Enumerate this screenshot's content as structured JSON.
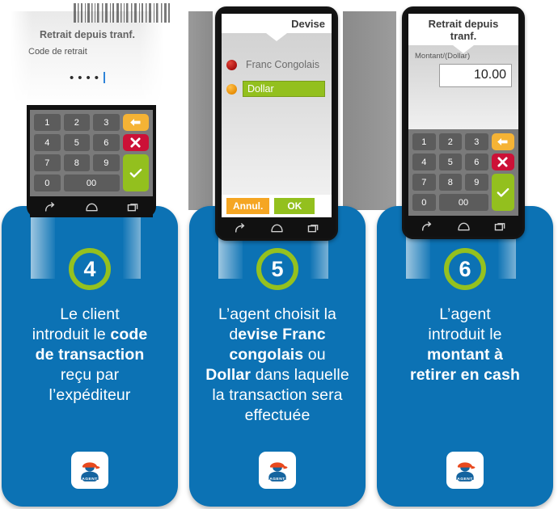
{
  "meta": {
    "brand_blue": "#0C72B4",
    "brand_green": "#95C11F",
    "brand_orange": "#F5A623",
    "brand_red": "#CC1137"
  },
  "phones": [
    {
      "id": "phone-step-4",
      "screen_title": "Retrait depuis tranf.",
      "field_label": "Code de retrait",
      "pin_value": "••••",
      "keypad": {
        "keys": [
          "1",
          "2",
          "3",
          "4",
          "5",
          "6",
          "7",
          "8",
          "9",
          "0",
          "00"
        ],
        "back_icon": "arrow-left-icon",
        "cancel_icon": "close-icon",
        "enter_icon": "check-icon"
      },
      "navbar": [
        "back-icon",
        "home-icon",
        "recents-icon"
      ]
    },
    {
      "id": "phone-step-5",
      "screen_title": "Devise",
      "currencies": [
        {
          "label": "Franc Congolais",
          "bullet": "red",
          "selected": false
        },
        {
          "label": "Dollar",
          "bullet": "orange",
          "selected": true
        }
      ],
      "actions": {
        "cancel": "Annul.",
        "ok": "OK"
      },
      "navbar": [
        "back-icon",
        "home-icon",
        "recents-icon"
      ]
    },
    {
      "id": "phone-step-6",
      "screen_title": "Retrait depuis tranf.",
      "field_label": "Montant/(Dollar)",
      "amount_value": "10.00",
      "keypad": {
        "keys": [
          "1",
          "2",
          "3",
          "4",
          "5",
          "6",
          "7",
          "8",
          "9",
          "0",
          "00"
        ],
        "back_icon": "arrow-left-icon",
        "cancel_icon": "close-icon",
        "enter_icon": "check-icon"
      },
      "navbar": [
        "back-icon",
        "home-icon",
        "recents-icon"
      ]
    }
  ],
  "steps": [
    {
      "number": "4",
      "text_html": "Le client<br>introduit le <b>code</b><br><b>de transaction</b><br>reçu par<br>l’expéditeur",
      "text_plain": "Le client introduit le code de transaction reçu par l’expéditeur",
      "badge_label": "AGENT"
    },
    {
      "number": "5",
      "text_html": "L’agent choisit la<br>d<b>evise Franc</b><br><b>congolais</b> ou<br><b>Dollar</b> dans laquelle<br>la transaction sera<br>effectuée",
      "text_plain": "L’agent choisit la devise Franc congolais ou Dollar dans laquelle la transaction sera effectuée",
      "badge_label": "AGENT"
    },
    {
      "number": "6",
      "text_html": "L’agent<br>introduit le<br><b>montant à</b><br><b>retirer en cash</b>",
      "text_plain": "L’agent introduit le montant à retirer en cash",
      "badge_label": "AGENT"
    }
  ]
}
